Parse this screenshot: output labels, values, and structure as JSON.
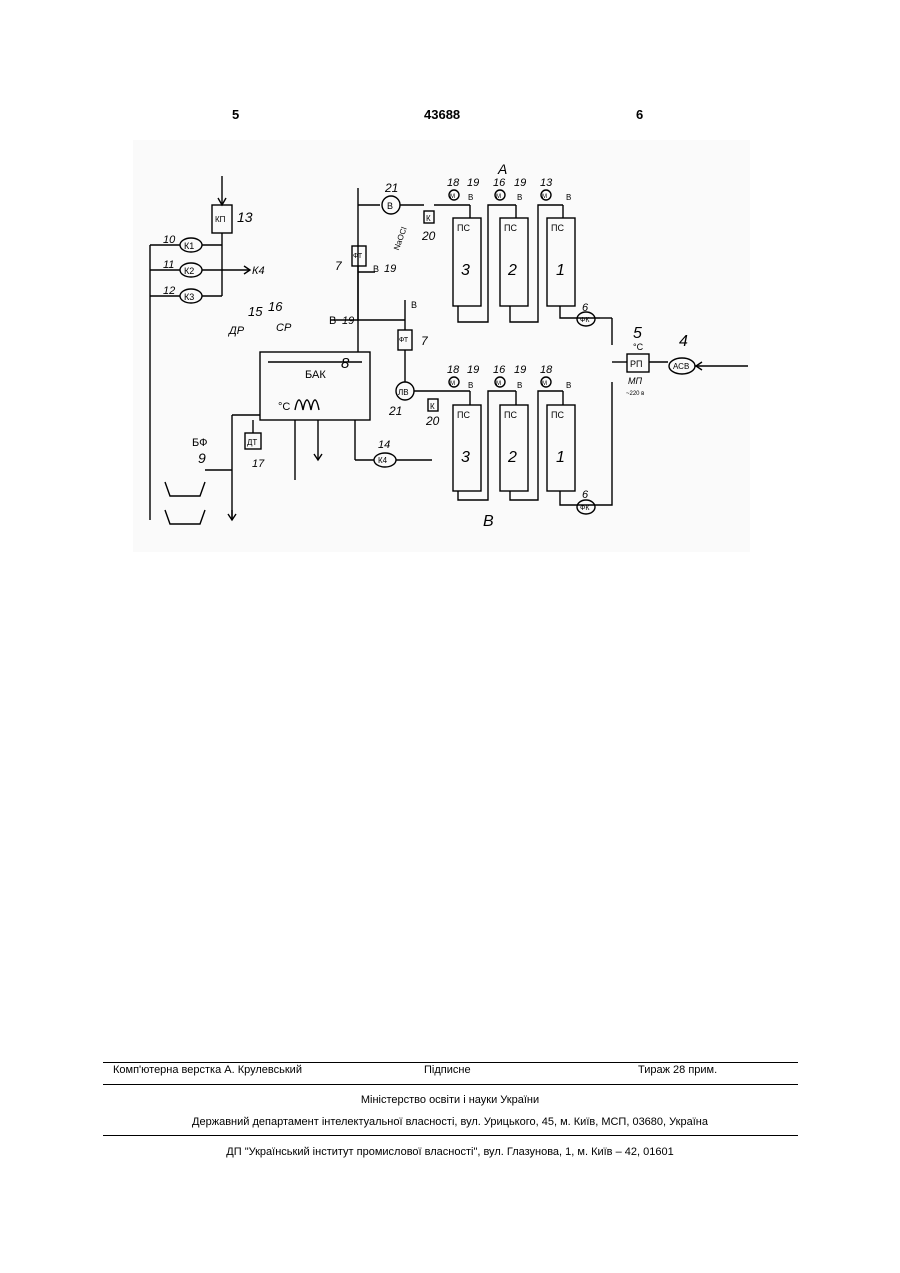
{
  "header": {
    "page_left": "5",
    "patent_number": "43688",
    "page_right": "6"
  },
  "figure": {
    "labels": {
      "line_a": "А",
      "line_b": "В",
      "tank": "БАК",
      "tank_num": "8",
      "kp": "КП",
      "n13": "13",
      "k1": "К1",
      "k2": "К2",
      "k3": "К3",
      "n10": "10",
      "n11": "11",
      "n12": "12",
      "k4_out": "К4",
      "n15": "15",
      "n16": "16",
      "dr": "ДР",
      "sr": "СР",
      "deg_c": "°С",
      "dt": "ДТ",
      "n17": "17",
      "bf": "БФ",
      "n9": "9",
      "k4_pump": "К4",
      "n14": "14",
      "n21": "21",
      "b_circle": "В",
      "lv": "ЛВ",
      "k": "К",
      "n20": "20",
      "n7": "7",
      "ft": "ФТ",
      "v": "В",
      "n19": "19",
      "n18": "18",
      "n16b": "16",
      "n13b": "13",
      "m": "М",
      "ps": "ПС",
      "n1": "1",
      "n2": "2",
      "n3": "3",
      "fk": "ФК",
      "n6": "6",
      "rp": "РП",
      "n5": "5",
      "mp": "МП",
      "v220": "~220 в",
      "acv": "АСВ",
      "n4": "4",
      "n18a": "18",
      "n19a": "19",
      "nh": "NaOCl"
    }
  },
  "footer": {
    "layout": "Комп'ютерна верстка А. Крулевський",
    "signed": "Підписне",
    "circulation": "Тираж 28 прим.",
    "ministry": "Міністерство освіти і науки України",
    "department": "Державний департамент інтелектуальної власності, вул. Урицького, 45, м. Київ, МСП, 03680, Україна",
    "institute": "ДП \"Український інститут промислової власності\", вул. Глазунова, 1, м. Київ – 42, 01601"
  }
}
